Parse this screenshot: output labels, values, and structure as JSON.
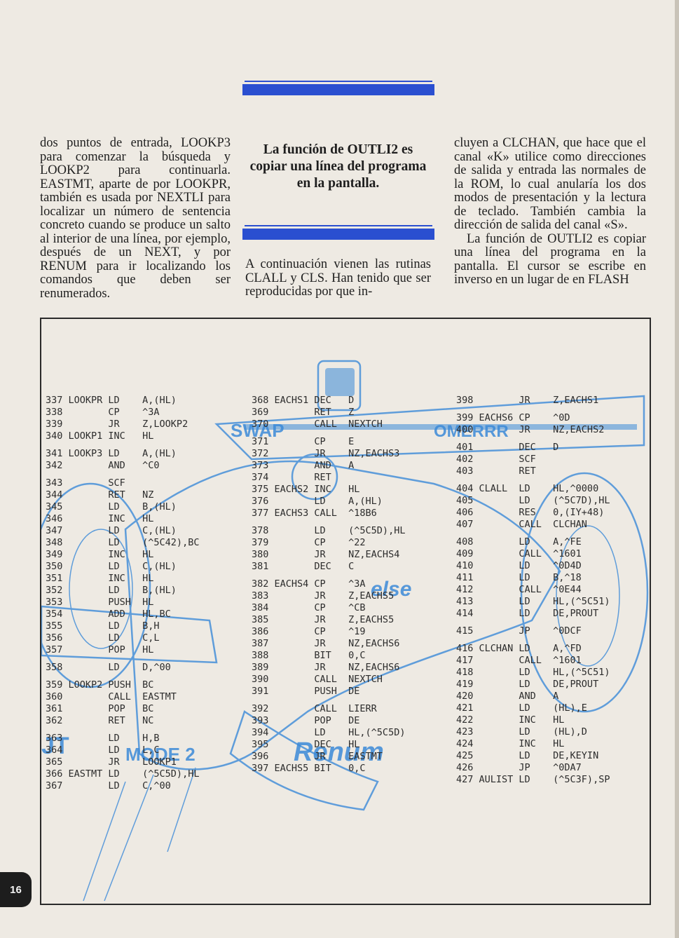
{
  "page_number": "16",
  "pull_quote": "La función de OUTLI2 es copiar una línea del programa en la pantalla.",
  "col_left": "dos puntos de entrada, LOOKP3 para comenzar la búsqueda y LOOKP2 para continuarla. EASTMT, aparte de por LOOKPR, también es usada por NEXTLI para localizar un número de sentencia concreto cuando se produce un salto al interior de una línea, por ejemplo, después de un NEXT, y por RENUM para ir localizando los comandos que deben ser renumerados.",
  "col_mid": "A continuación vienen las rutinas CLALL y CLS. Han tenido que ser reproducidas por que in-",
  "col_right_p1": "cluyen a CLCHAN, que hace que el canal «K» utilice como direcciones de salida y entrada las normales de la ROM, lo cual anularía los dos modos de presentación y la lectura de teclado. También cambia la dirección de salida del canal «S».",
  "col_right_p2": "La función de OUTLI2 es copiar una línea del programa en la pantalla. El cursor se escribe en inverso en un lugar de en FLASH",
  "illustration_text": {
    "sponsor_1": "SWAP",
    "sponsor_2": "OMERRR",
    "sponsor_3": "else",
    "sponsor_4": "MODE 2",
    "sponsor_5": "Renum",
    "sponsor_6": "JT"
  },
  "listing": {
    "col1": [
      "337 LOOKPR LD    A,(HL)",
      "338        CP    ^3A",
      "339        JR    Z,LOOKP2",
      "340 LOOKP1 INC   HL",
      "",
      "341 LOOKP3 LD    A,(HL)",
      "342        AND   ^C0",
      "",
      "343        SCF",
      "344        RET   NZ",
      "345        LD    B,(HL)",
      "346        INC   HL",
      "347        LD    C,(HL)",
      "348        LD    (^5C42),BC",
      "349        INC   HL",
      "350        LD    C,(HL)",
      "351        INC   HL",
      "352        LD    B,(HL)",
      "353        PUSH  HL",
      "354        ADD   HL,BC",
      "355        LD    B,H",
      "356        LD    C,L",
      "357        POP   HL",
      "",
      "358        LD    D,^00",
      "",
      "359 LOOKP2 PUSH  BC",
      "360        CALL  EASTMT",
      "361        POP   BC",
      "362        RET   NC",
      "",
      "363        LD    H,B",
      "364        LD    L,C",
      "365        JR    LOOKP1",
      "366 EASTMT LD    (^5C5D),HL",
      "367        LD    C,^00"
    ],
    "col2": [
      "368 EACHS1 DEC   D",
      "369        RET   Z",
      "370        CALL  NEXTCH",
      "",
      "371        CP    E",
      "372        JR    NZ,EACHS3",
      "373        AND   A",
      "374        RET",
      "375 EACHS2 INC   HL",
      "376        LD    A,(HL)",
      "377 EACHS3 CALL  ^18B6",
      "",
      "378        LD    (^5C5D),HL",
      "379        CP    ^22",
      "380        JR    NZ,EACHS4",
      "381        DEC   C",
      "",
      "382 EACHS4 CP    ^3A",
      "383        JR    Z,EACHS5",
      "384        CP    ^CB",
      "385        JR    Z,EACHS5",
      "386        CP    ^19",
      "387        JR    NZ,EACHS6",
      "388        BIT   0,C",
      "389        JR    NZ,EACHS6",
      "390        CALL  NEXTCH",
      "391        PUSH  DE",
      "",
      "392        CALL  LIERR",
      "393        POP   DE",
      "394        LD    HL,(^5C5D)",
      "395        DEC   HL",
      "396        JR    EASTMT",
      "397 EACHS5 BIT   0,C"
    ],
    "col3": [
      "398        JR    Z,EACHS1",
      "",
      "399 EACHS6 CP    ^0D",
      "400        JR    NZ,EACHS2",
      "",
      "401        DEC   D",
      "402        SCF",
      "403        RET",
      "",
      "404 CLALL  LD    HL,^0000",
      "405        LD    (^5C7D),HL",
      "406        RES   0,(IY+48)",
      "407        CALL  CLCHAN",
      "",
      "408        LD    A,^FE",
      "409        CALL  ^1601",
      "410        LD    ^0D4D",
      "411        LD    B,^18",
      "412        CALL  ^0E44",
      "413        LD    HL,(^5C51)",
      "414        LD    DE,PROUT",
      "",
      "415        JP    ^0DCF",
      "",
      "416 CLCHAN LD    A,^FD",
      "417        CALL  ^1601",
      "418        LD    HL,(^5C51)",
      "419        LD    DE,PROUT",
      "420        AND   A",
      "421        LD    (HL),E",
      "422        INC   HL",
      "423        LD    (HL),D",
      "424        INC   HL",
      "425        LD    DE,KEYIN",
      "426        JP    ^0DA7",
      "427 AULIST LD    (^5C3F),SP"
    ]
  }
}
